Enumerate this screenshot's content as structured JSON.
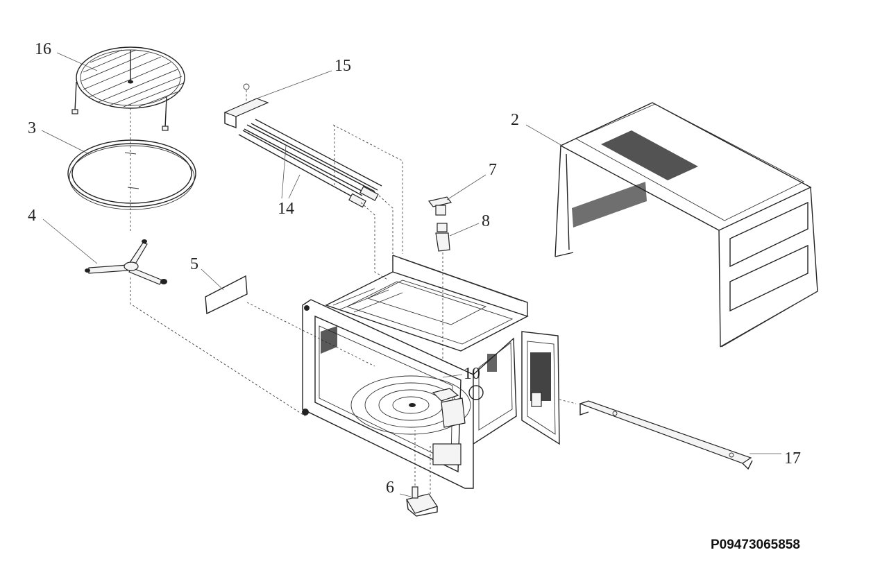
{
  "diagram": {
    "labels": {
      "grill_rack": "16",
      "glass_tray": "3",
      "roller_ring": "4",
      "mica_cover": "5",
      "turntable_motor": "6",
      "coupler_cap": "7",
      "coupler_shaft": "8",
      "cavity_assembly": "10",
      "heater_tubes": "14",
      "heater_bracket": "15",
      "outer_case": "2",
      "mounting_rail": "17"
    },
    "reference_code": "P09473065858"
  }
}
